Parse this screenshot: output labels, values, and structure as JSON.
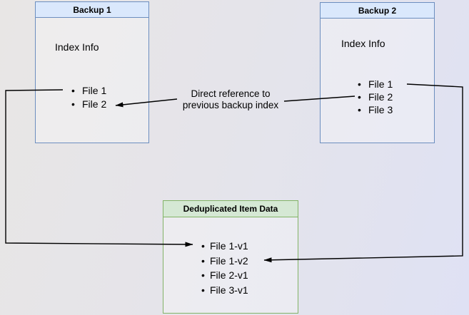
{
  "diagram": {
    "backup1": {
      "title": "Backup 1",
      "section_label": "Index Info",
      "files": [
        "File 1",
        "File 2"
      ]
    },
    "backup2": {
      "title": "Backup 2",
      "section_label": "Index Info",
      "files": [
        "File 1",
        "File 2",
        "File 3"
      ]
    },
    "dedup": {
      "title": "Deduplicated Item Data",
      "items": [
        "File 1-v1",
        "File 1-v2",
        "File 2-v1",
        "File 3-v1"
      ]
    },
    "edge_label": {
      "line1": "Direct reference to",
      "line2": "previous backup index"
    },
    "colors": {
      "blue_border": "#6c8ebf",
      "blue_header_fill": "#dae8fc",
      "green_border": "#82b366",
      "green_header_fill": "#d5e8d4",
      "arrow": "#000000",
      "background_left": "#e8e6e5",
      "background_right": "#dfe1f4"
    }
  }
}
